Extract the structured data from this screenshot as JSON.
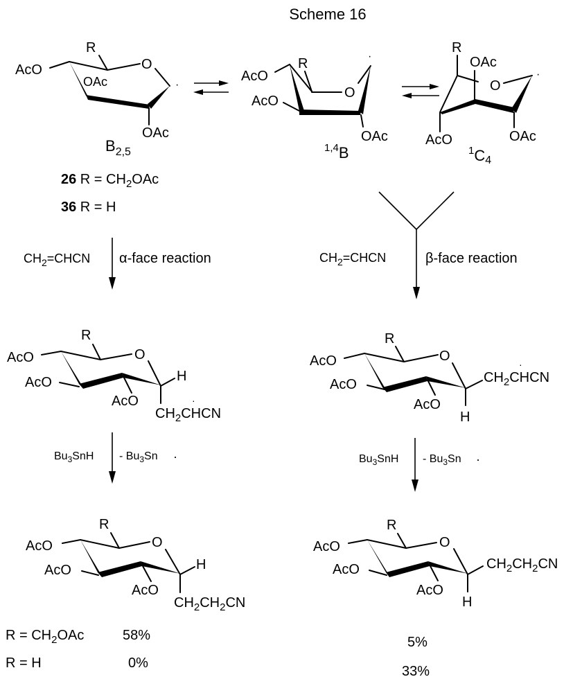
{
  "title": "Scheme 16",
  "colors": {
    "ink": "#000000",
    "background": "#ffffff"
  },
  "top_row": {
    "structures": [
      {
        "id": "b25",
        "conformer_label_main": "B",
        "conformer_label_sub": "2,5",
        "labels": [
          "AcO",
          "R",
          "O",
          "OAc",
          "OAc"
        ]
      },
      {
        "id": "b14",
        "conformer_label_sup": "1,4",
        "conformer_label_main": "B",
        "labels": [
          "AcO",
          "R",
          "AcO",
          "O",
          "OAc"
        ]
      },
      {
        "id": "c14",
        "conformer_label_sup": "1",
        "conformer_label_main": "C",
        "conformer_label_sub": "4",
        "labels": [
          "R",
          "OAc",
          "O",
          "AcO",
          "OAc"
        ]
      }
    ],
    "compounds": [
      {
        "number": "26",
        "text": " R = CH",
        "sub": "2",
        "tail": "OAc"
      },
      {
        "number": "36",
        "text": " R = H"
      }
    ]
  },
  "left_path": {
    "step1": {
      "reagent_main": "CH",
      "reagent_sub": "2",
      "reagent_tail": "=CHCN",
      "condition": "α-face reaction"
    },
    "intermediate": {
      "labels": [
        "R",
        "AcO",
        "O",
        "AcO",
        "H",
        "AcO"
      ],
      "side_chain_main": "CH",
      "side_chain_sub": "2",
      "side_chain_tail": "CHCN"
    },
    "step2": {
      "reagent_main": "Bu",
      "reagent_sub": "3",
      "reagent_tail": "SnH",
      "byproduct_main": "- Bu",
      "byproduct_sub": "3",
      "byproduct_tail": "Sn"
    },
    "product": {
      "labels": [
        "R",
        "AcO",
        "O",
        "AcO",
        "H",
        "AcO"
      ],
      "side_chain": [
        "CH",
        "2",
        "CH",
        "2",
        "CN"
      ]
    },
    "yields": [
      {
        "r_main": "R = CH",
        "r_sub": "2",
        "r_tail": "OAc",
        "yield": "58%"
      },
      {
        "r_main": "R = H",
        "yield": "0%"
      }
    ]
  },
  "right_path": {
    "step1": {
      "reagent_main": "CH",
      "reagent_sub": "2",
      "reagent_tail": "=CHCN",
      "condition": "β-face reaction"
    },
    "intermediate": {
      "labels": [
        "R",
        "AcO",
        "O",
        "AcO",
        "H",
        "AcO"
      ],
      "side_chain_main": "CH",
      "side_chain_sub": "2",
      "side_chain_tail": "CHCN"
    },
    "step2": {
      "reagent_main": "Bu",
      "reagent_sub": "3",
      "reagent_tail": "SnH",
      "byproduct_main": "- Bu",
      "byproduct_sub": "3",
      "byproduct_tail": "Sn"
    },
    "product": {
      "labels": [
        "R",
        "AcO",
        "O",
        "AcO",
        "H",
        "AcO"
      ],
      "side_chain": [
        "CH",
        "2",
        "CH",
        "2",
        "CN"
      ]
    },
    "yields": [
      {
        "yield": "5%"
      },
      {
        "yield": "33%"
      }
    ]
  }
}
